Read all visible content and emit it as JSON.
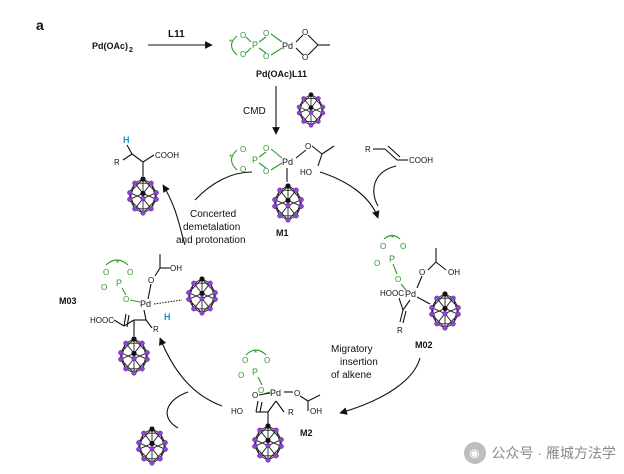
{
  "panel_label": "a",
  "reagents": {
    "start": "Pd(OAc)",
    "start_sub": "2",
    "ligand": "L11",
    "catalyst": "Pd(OAc)L11",
    "cmd": "CMD"
  },
  "species": {
    "m1": "M1",
    "m2": "M2",
    "m02": "M02",
    "m03": "M03"
  },
  "atoms": {
    "pd": "Pd",
    "p": "P",
    "o": "O",
    "star": "*",
    "ho": "HO",
    "oh": "OH",
    "cooh": "COOH",
    "hooc": "HOOC",
    "r": "R",
    "h": "H"
  },
  "step_labels": {
    "demet": [
      "Concerted",
      "demetalation",
      "and protonation"
    ],
    "insertion": [
      "Migratory",
      "insertion",
      "of alkene"
    ]
  },
  "watermark": {
    "icon": "wechat-icon",
    "text": "公众号 · 雁城方法学"
  },
  "colors": {
    "ligand_green": "#2a9a2a",
    "boron_purple": "#8e44d6",
    "carbon_black": "#111111",
    "hydrogen_blue": "#1a8fd6"
  }
}
